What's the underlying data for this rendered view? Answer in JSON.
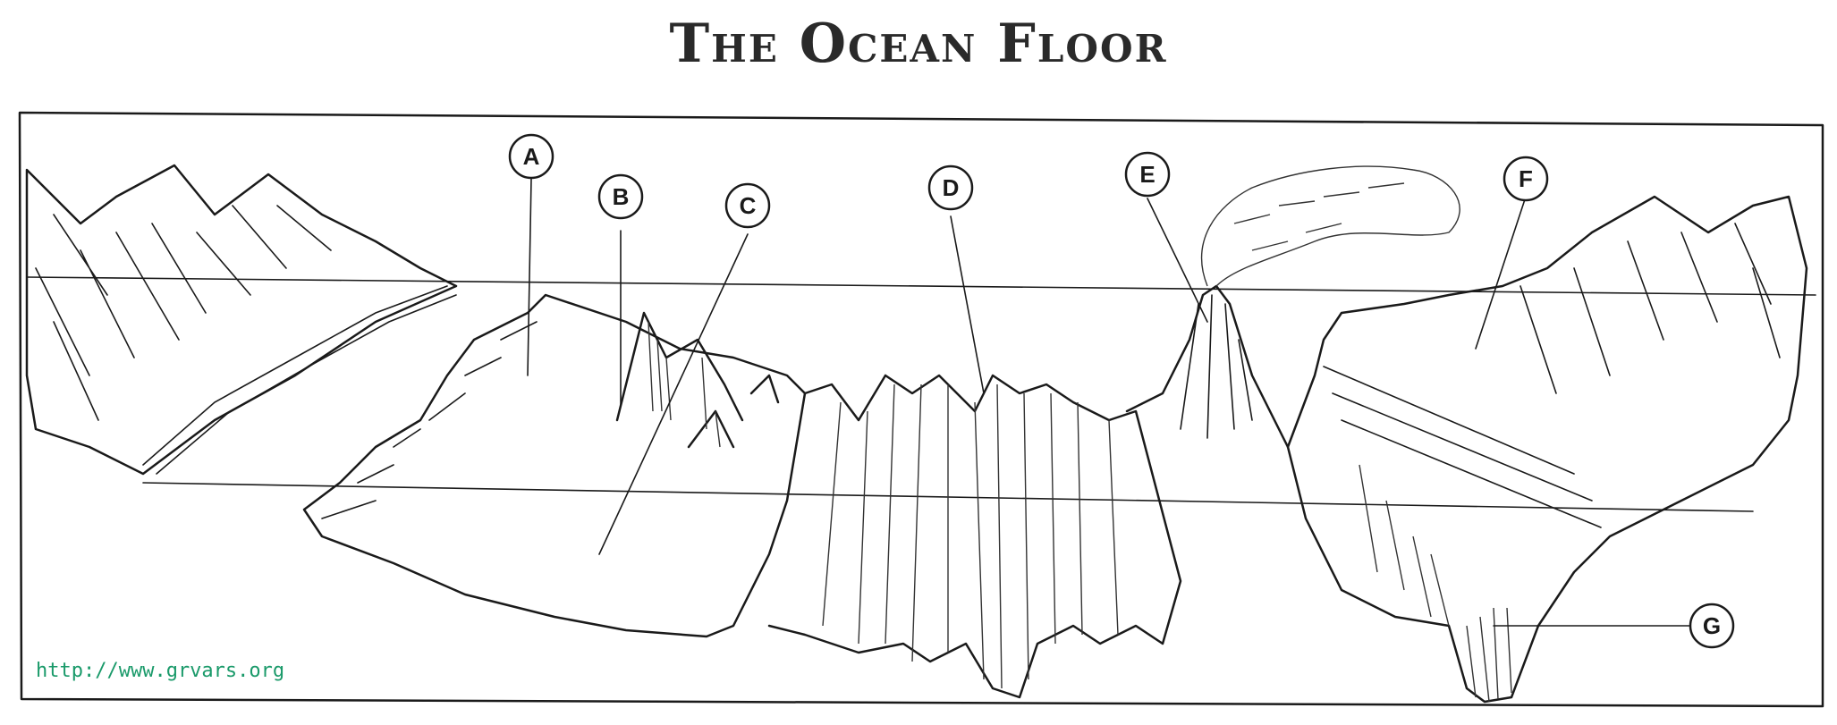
{
  "title": "The Ocean Floor",
  "watermark": "http://www.grvars.org",
  "labels": {
    "A": "A",
    "B": "B",
    "C": "C",
    "D": "D",
    "E": "E",
    "F": "F",
    "G": "G"
  },
  "colors": {
    "ink": "#1a1a1a",
    "watermark": "#1a9a6a",
    "background": "#ffffff"
  }
}
